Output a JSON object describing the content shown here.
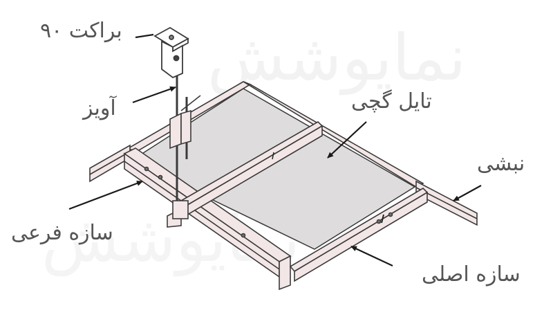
{
  "diagram": {
    "subject": "suspended gypsum tile ceiling grid (exploded isometric)",
    "colors": {
      "background": "#ffffff",
      "label_text": "#555555",
      "watermark": "#f2f2f2",
      "frame_fill": "#f3e6e6",
      "frame_stroke": "#3a3a3a",
      "tile_fill": "#dedcdc",
      "arrow": "#1a1a1a"
    },
    "watermark": {
      "text_top": "نمایوشش",
      "text_bottom": "نمایوشش"
    },
    "labels": [
      {
        "id": "bracket",
        "text": "براکت ۹۰"
      },
      {
        "id": "hanger",
        "text": "آویز"
      },
      {
        "id": "gypsum-tile",
        "text": "تایل گچی"
      },
      {
        "id": "wall-angle",
        "text": "نبشی"
      },
      {
        "id": "cross-tee",
        "text": "سازه فرعی"
      },
      {
        "id": "main-tee",
        "text": "سازه اصلی"
      }
    ]
  }
}
